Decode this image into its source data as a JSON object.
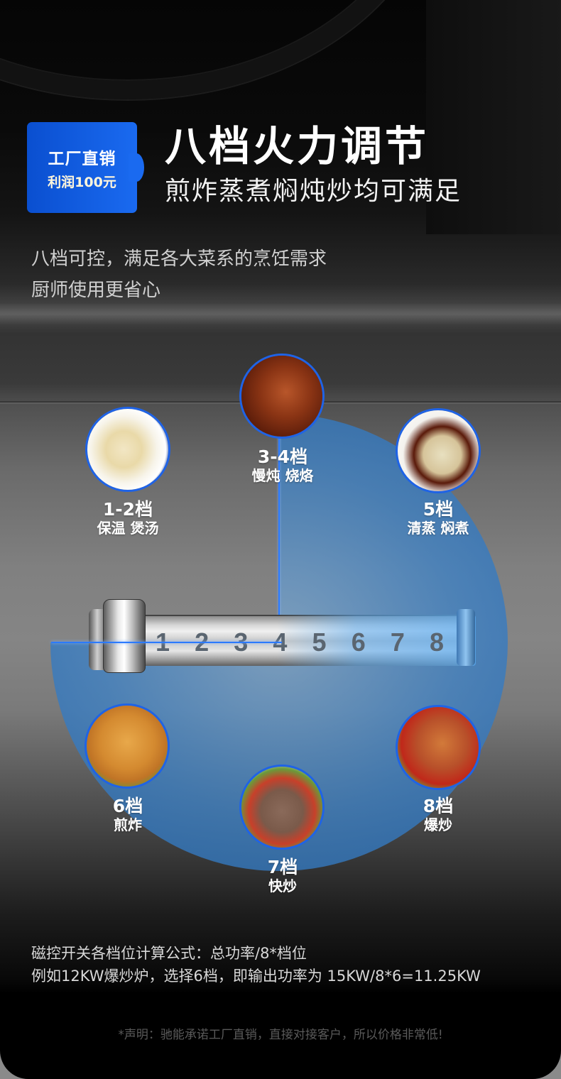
{
  "badge": {
    "line1": "工厂直销",
    "line2": "利润100元"
  },
  "header": {
    "title": "八档火力调节",
    "subtitle": "煎炸蒸煮焖炖炒均可满足"
  },
  "description": {
    "line1": "八档可控，满足各大菜系的烹饪需求",
    "line2": "厨师使用更省心"
  },
  "colors": {
    "accent_blue": "#1f63e6",
    "glow_blue": "#3c82c8",
    "badge_blue": "#0a4fd0"
  },
  "dial": {
    "numbers": [
      "1",
      "2",
      "3",
      "4",
      "5",
      "6",
      "7",
      "8"
    ],
    "selected": "4"
  },
  "gears": [
    {
      "level": "1-2档",
      "dishes": "保温 煲汤",
      "image": "bone-soup-image"
    },
    {
      "level": "3-4档",
      "dishes": "慢炖 烧烙",
      "image": "braised-pork-image"
    },
    {
      "level": "5档",
      "dishes": "清蒸 焖煮",
      "image": "steamed-fish-image"
    },
    {
      "level": "6档",
      "dishes": "煎炸",
      "image": "fried-chicken-image"
    },
    {
      "level": "7档",
      "dishes": "快炒",
      "image": "stir-fried-beef-image"
    },
    {
      "level": "8档",
      "dishes": "爆炒",
      "image": "spicy-chicken-image"
    }
  ],
  "formula": {
    "line1": "磁控开关各档位计算公式：总功率/8*档位",
    "line2": "例如12KW爆炒炉，选择6档，即输出功率为 15KW/8*6=11.25KW"
  },
  "footer": {
    "disclaimer": "*声明：驰能承诺工厂直销，直接对接客户，所以价格非常低!"
  }
}
